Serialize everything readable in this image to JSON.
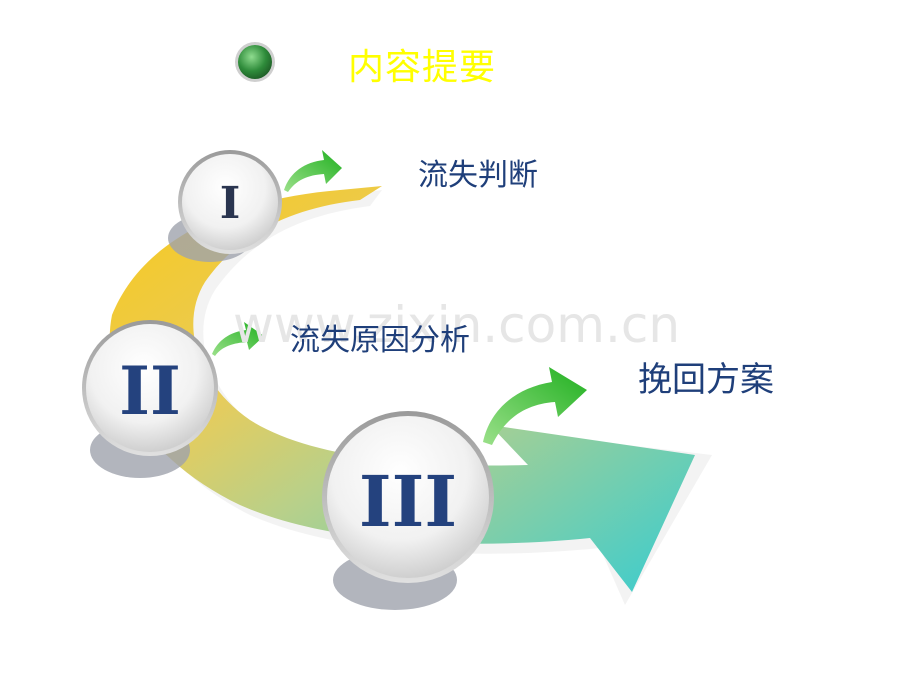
{
  "title": "内容提要",
  "watermark": "www.zixin.com.cn",
  "steps": [
    {
      "numeral": "I",
      "label": "流失判断"
    },
    {
      "numeral": "II",
      "label": "流失原因分析"
    },
    {
      "numeral": "III",
      "label": "挽回方案"
    }
  ],
  "colors": {
    "title": "#FFFF00",
    "label": "#1F3F7A",
    "numeral": "#1F3F7A",
    "arrow_start": "#F8C81C",
    "arrow_end": "#38CCD0",
    "small_arrow": "#44C038",
    "bullet": "#2E8B3A"
  }
}
